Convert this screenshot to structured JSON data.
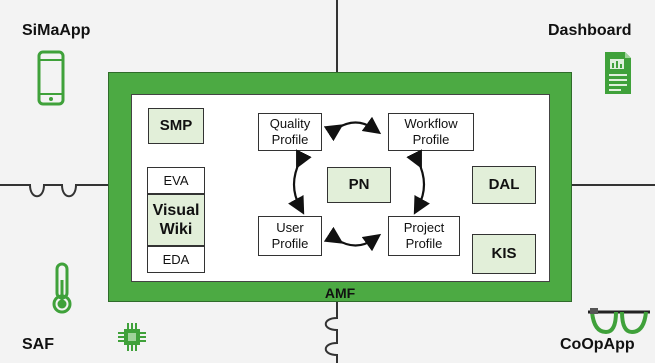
{
  "corners": {
    "top_left": "SiMaApp",
    "top_right": "Dashboard",
    "bottom_left": "SAF",
    "bottom_right": "CoOpApp"
  },
  "amf_label": "AMF",
  "modules": {
    "smp": "SMP",
    "eva": "EVA",
    "visual_wiki": "Visual\nWiki",
    "eda": "EDA",
    "pn": "PN",
    "dal": "DAL",
    "kis": "KIS"
  },
  "profiles": {
    "quality": "Quality\nProfile",
    "workflow": "Workflow\nProfile",
    "user": "User\nProfile",
    "project": "Project\nProfile"
  },
  "colors": {
    "amf_green": "#4caa43",
    "module_fill": "#e2efd9",
    "icon_green": "#3fa13a"
  }
}
